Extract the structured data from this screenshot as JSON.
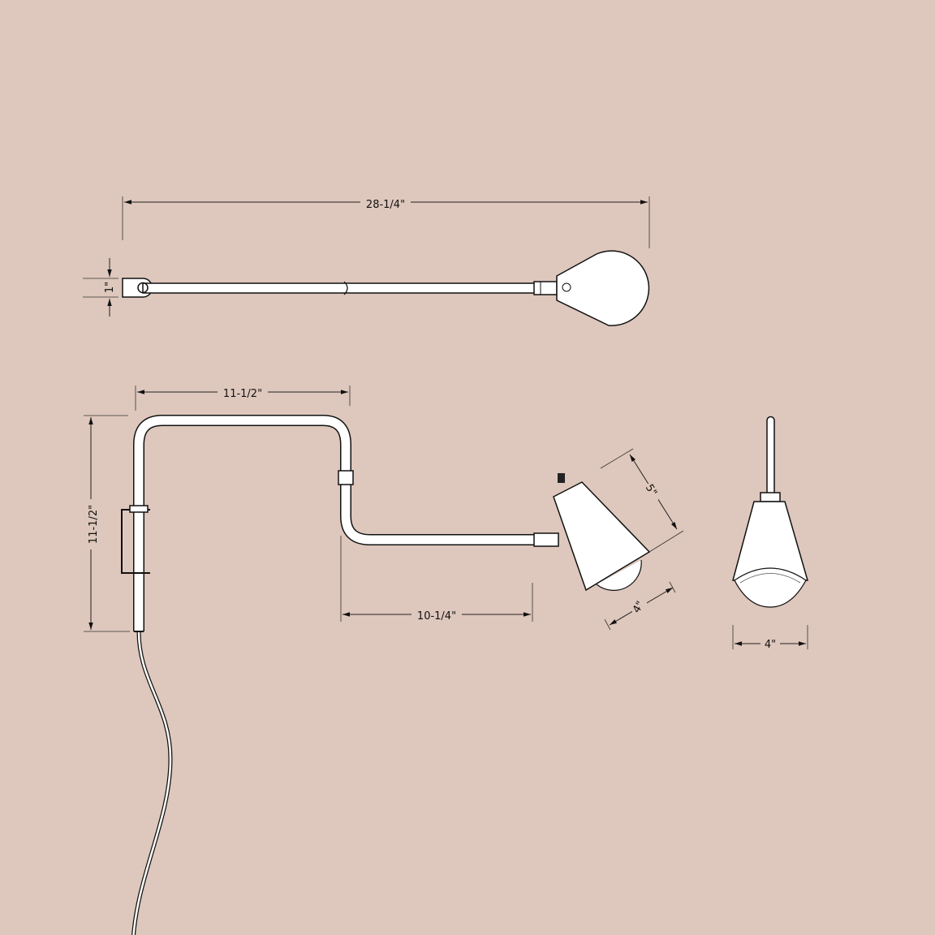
{
  "title": "Swing arm wall lamp dimension drawing",
  "colors": {
    "background": "#dec7bc",
    "line": "#111111",
    "fill": "#ffffff"
  },
  "top_view": {
    "overall_length": "28-1/4\"",
    "bracket_height": "1\""
  },
  "side_view": {
    "upper_arm_length": "11-1/2\"",
    "height": "11-1/2\"",
    "lower_arm_length": "10-1/4\"",
    "shade_length": "5\"",
    "shade_diameter": "4\""
  },
  "front_view": {
    "shade_width": "4\""
  }
}
